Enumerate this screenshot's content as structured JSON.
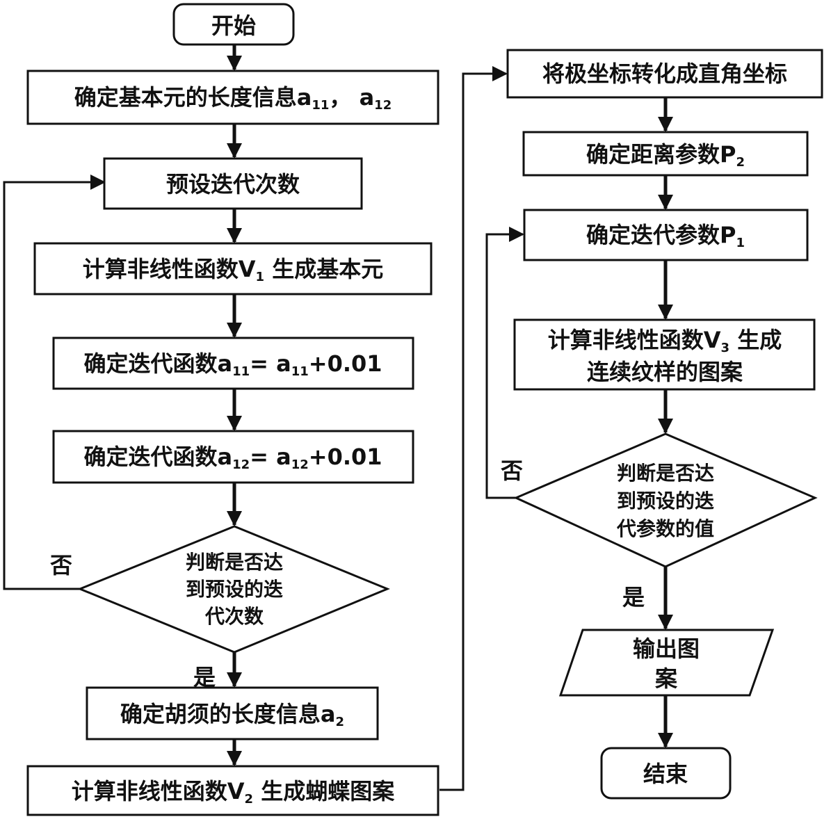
{
  "nodes": {
    "start": "开始",
    "n1": {
      "text": "确定基本元的长度信息a",
      "s1": "11",
      "mid": "， a",
      "s2": "12"
    },
    "n2": "预设迭代次数",
    "n3": {
      "pre": "计算非线性函数V",
      "sub": "1",
      "post": " 生成基本元"
    },
    "n4": {
      "pre": "确定迭代函数a",
      "s1": "11",
      "mid": "= a",
      "s2": "11",
      "post": "+0.01"
    },
    "n5": {
      "pre": "确定迭代函数a",
      "s1": "12",
      "mid": "= a",
      "s2": "12",
      "post": "+0.01"
    },
    "d1": [
      "判断是否达",
      "到预设的迭",
      "代次数"
    ],
    "n6": {
      "pre": "确定胡须的长度信息a",
      "sub": "2"
    },
    "n7": {
      "pre": "计算非线性函数V",
      "sub": "2",
      "post": " 生成蝴蝶图案"
    },
    "r1": "将极坐标转化成直角坐标",
    "r2": {
      "pre": "确定距离参数P",
      "sub": "2"
    },
    "r3": {
      "pre": "确定迭代参数P",
      "sub": "1"
    },
    "r4": {
      "l1pre": "计算非线性函数V",
      "l1sub": "3",
      "l1post": " 生成",
      "l2": "连续纹样的图案"
    },
    "d2": [
      "判断是否达",
      "到预设的迭",
      "代参数的值"
    ],
    "out": [
      "输出图",
      "案"
    ],
    "end": "结束"
  },
  "labels": {
    "no_left": "否",
    "yes_left": "是",
    "no_right": "否",
    "yes_right": "是"
  }
}
